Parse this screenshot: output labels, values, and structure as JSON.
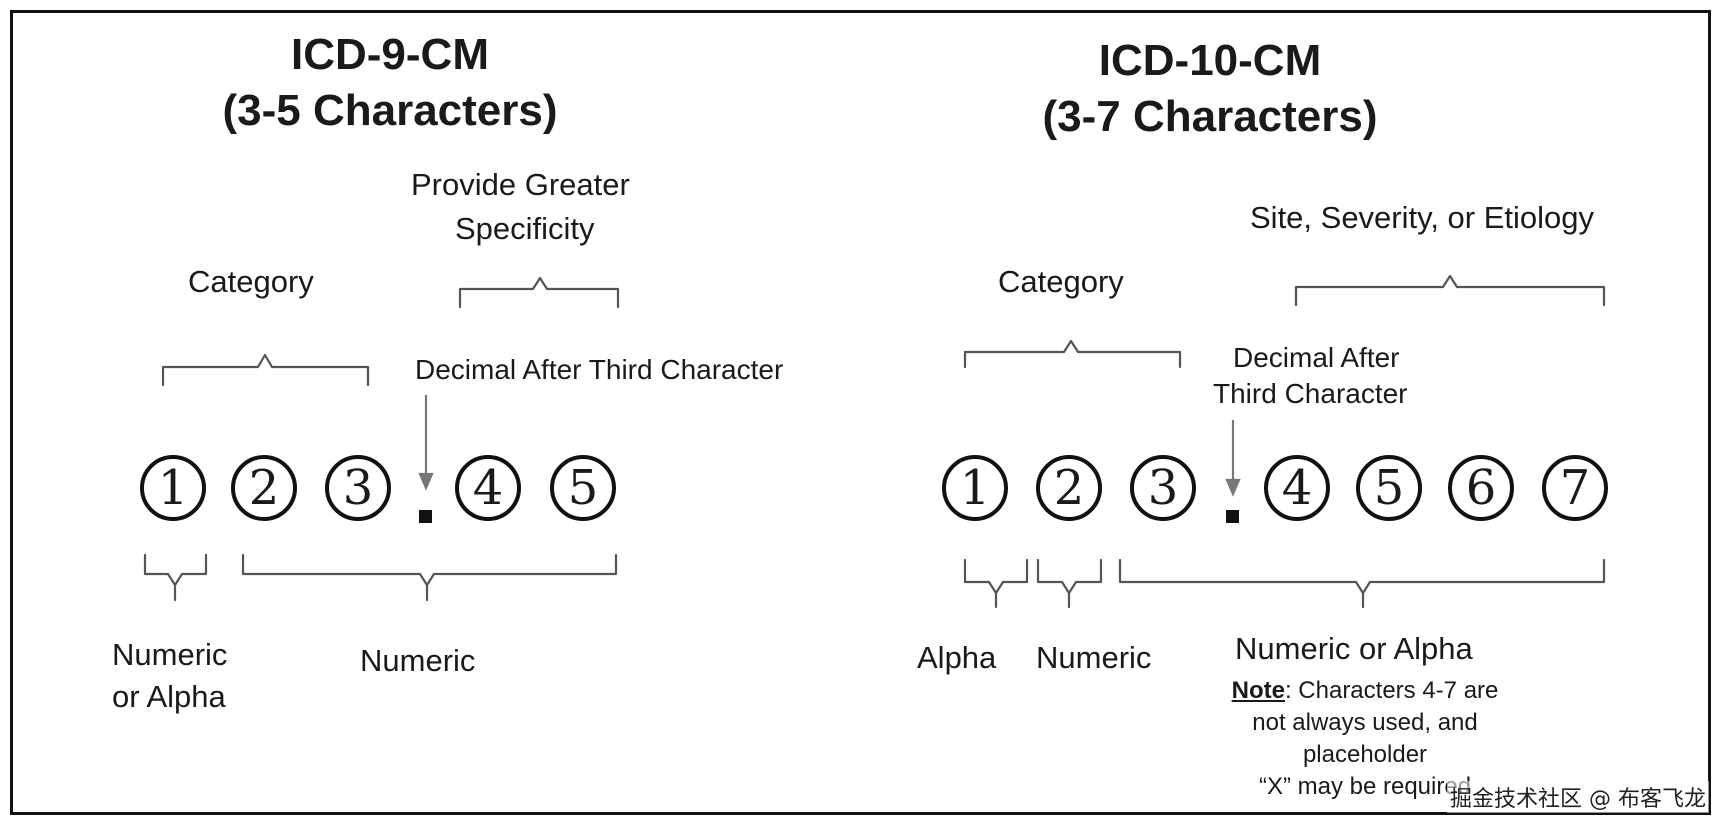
{
  "left": {
    "title_line1": "ICD-9-CM",
    "title_line2": "(3-5 Characters)",
    "specificity_line1": "Provide Greater",
    "specificity_line2": "Specificity",
    "category": "Category",
    "decimal": "Decimal After Third Character",
    "digits": [
      "1",
      "2",
      "3",
      "4",
      "5"
    ],
    "bottom_label_1_line1": "Numeric",
    "bottom_label_1_line2": "or Alpha",
    "bottom_label_2": "Numeric"
  },
  "right": {
    "title_line1": "ICD-10-CM",
    "title_line2": "(3-7 Characters)",
    "site": "Site, Severity, or Etiology",
    "category": "Category",
    "decimal_line1": "Decimal After",
    "decimal_line2": "Third Character",
    "digits": [
      "1",
      "2",
      "3",
      "4",
      "5",
      "6",
      "7"
    ],
    "bottom_alpha": "Alpha",
    "bottom_numeric": "Numeric",
    "bottom_numeric_or_alpha": "Numeric or Alpha",
    "note_label": "Note",
    "note_line1_rest": ": Characters 4-7 are",
    "note_line2": "not always used, and",
    "note_line3": "placeholder",
    "note_line4": "“X” may be required"
  },
  "watermark": "掘金技术社区 @ 布客飞龙",
  "colors": {
    "ink": "#111111",
    "bracket": "#555555",
    "background": "#ffffff"
  }
}
